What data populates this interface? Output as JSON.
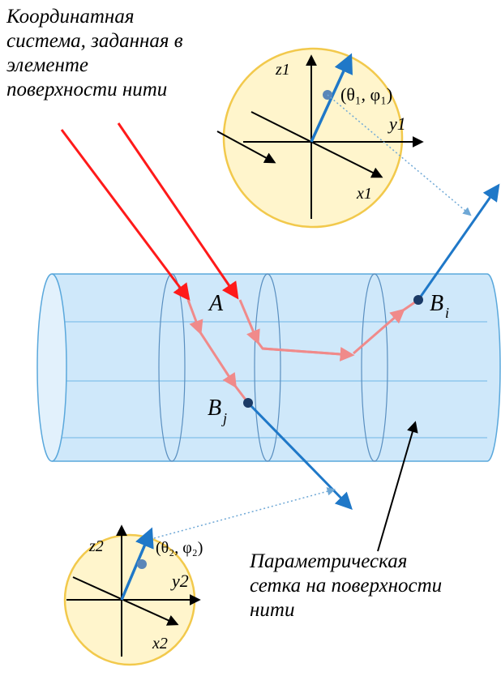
{
  "captions": {
    "top": [
      "Координатная",
      "система, заданная в",
      "элементе",
      "поверхности нити"
    ],
    "bottom": [
      "Параметрическая",
      "сетка на поверхности",
      "нити"
    ]
  },
  "labels": {
    "entry_point": "A",
    "exit_point_top": "B",
    "exit_point_bottom": "B",
    "subscript_top": "i",
    "subscript_bottom": "j"
  },
  "frame_top": {
    "z": "z1",
    "y": "y1",
    "x": "x1",
    "angles": "(θ₁, φ₁)"
  },
  "frame_bottom": {
    "z": "z2",
    "y": "y2",
    "x": "x2",
    "angles": "(θ₂, φ₂)"
  },
  "colors": {
    "incident_ray": "#ff1a1a",
    "path_in_fiber": "#f08a8a",
    "exit_ray": "#1f78c8",
    "fiber_fill": "#cfe8fa",
    "fiber_stroke": "#5aa8dc",
    "circle_fill": "#fff5cc",
    "circle_stroke": "#f2c94c"
  }
}
